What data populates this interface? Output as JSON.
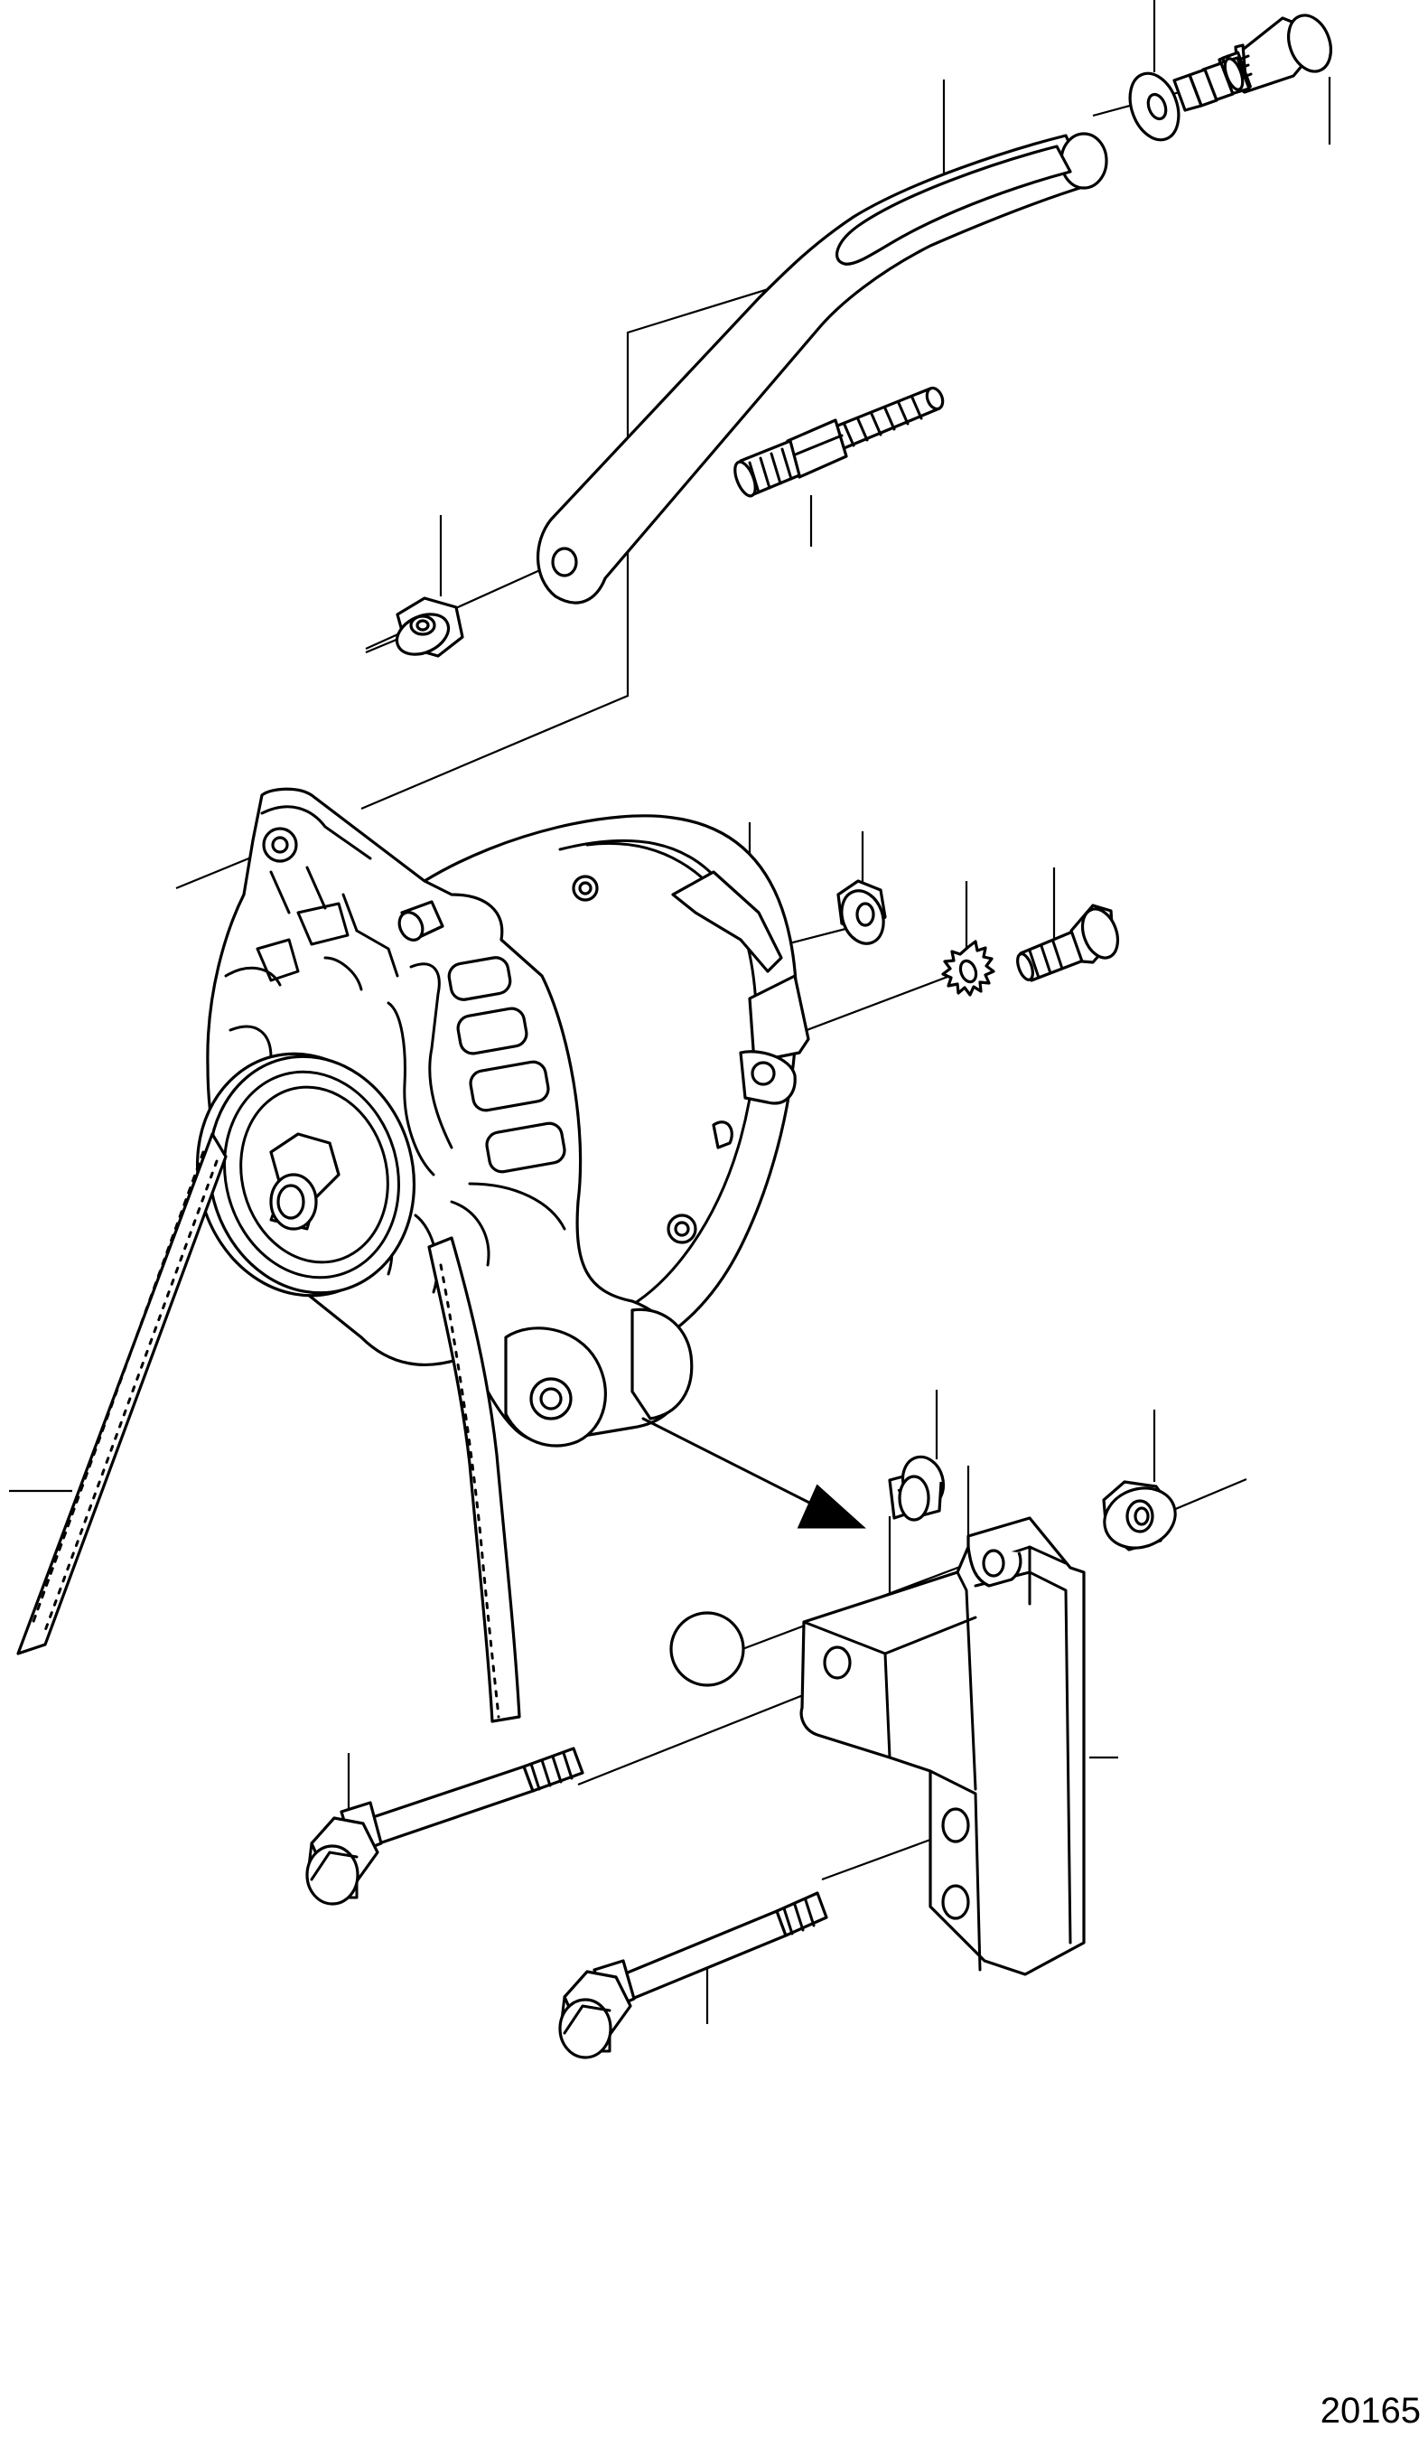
{
  "figure": {
    "number": "20165"
  },
  "colors": {
    "line": "#000000",
    "background": "#ffffff"
  },
  "parts": [
    "upper-washer",
    "upper-flange-screw",
    "adjusting-bracket",
    "stud-bolt",
    "bracket-flange-nut",
    "alternator",
    "alternator-nut",
    "lock-washer",
    "alternator-screw",
    "drive-belt",
    "bracket-sleeve",
    "bracket-nut",
    "mounting-bracket",
    "long-bolt",
    "lower-bolt"
  ]
}
